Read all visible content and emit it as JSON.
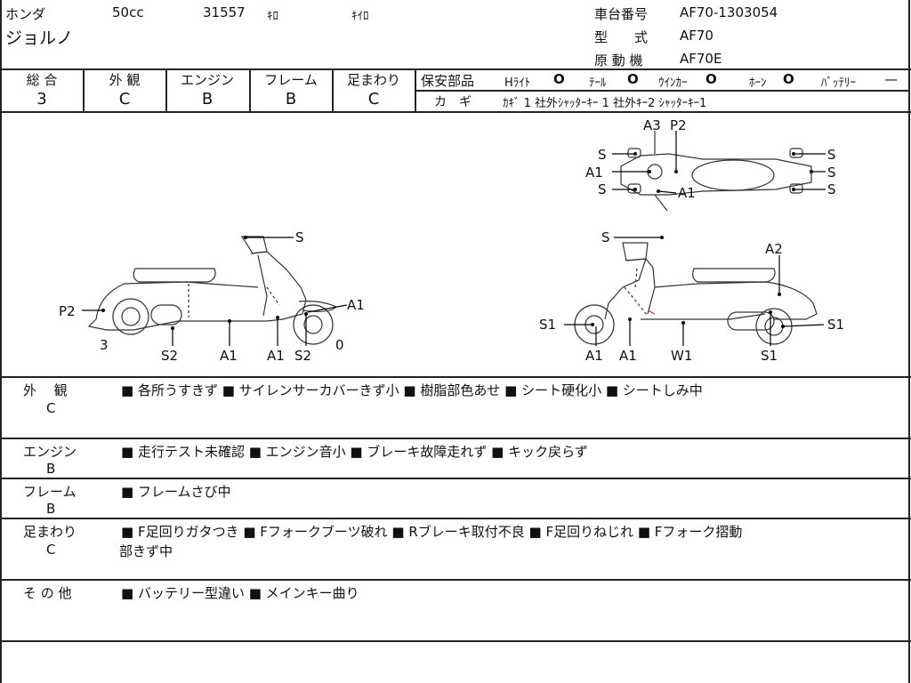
{
  "header": {
    "maker": "ホンダ",
    "displacement": "50cc",
    "mileage": "31557",
    "mileage_unit": "ｷﾛ",
    "unit_type": "ｷｲﾛ",
    "model_name": "ジョルノ",
    "frame_label": "車台番号",
    "frame_no": "AF70-1303054",
    "type_label": "型　　式",
    "type_value": "AF70",
    "engine_label": "原 動 機",
    "engine_value": "AF70E"
  },
  "grades": {
    "labels": [
      "総 合",
      "外 観",
      "エンジン",
      "フレーム",
      "足まわり"
    ],
    "values": [
      "3",
      "C",
      "B",
      "B",
      "C"
    ]
  },
  "safety": {
    "label": "保安部品",
    "items": [
      {
        "name": "Hﾗｲﾄ",
        "status": "O"
      },
      {
        "name": "ﾃｰﾙ",
        "status": "O"
      },
      {
        "name": "ｳｲﾝｶｰ",
        "status": "O"
      },
      {
        "name": "ﾎｰﾝ",
        "status": "O"
      },
      {
        "name": "ﾊﾞｯﾃﾘｰ",
        "status": "—"
      }
    ],
    "key_label": "カ　ギ",
    "key_text": "ｶｷﾞ 1  社外ｼｬｯﾀｰｷｰ 1  社外ｷｰ2  ｼｬｯﾀｰｷｰ1"
  },
  "diagram": {
    "left_labels": [
      "S",
      "A1",
      "P2",
      "S2",
      "A1",
      "A1",
      "S2",
      "3",
      "0"
    ],
    "top_labels": [
      "A3",
      "P2",
      "S",
      "A1",
      "S",
      "S",
      "S",
      "S",
      "A1"
    ],
    "right_labels": [
      "S",
      "A2",
      "S1",
      "S1",
      "A1",
      "A1",
      "W1",
      "S1"
    ]
  },
  "sections": [
    {
      "title": "外　 観",
      "grade": "C",
      "text": "■ 各所うすきず ■ サイレンサーカバーきず小 ■ 樹脂部色あせ ■ シート硬化小 ■ シートしみ中",
      "text2": ""
    },
    {
      "title": "エンジン",
      "grade": "B",
      "text": "■ 走行テスト未確認 ■ エンジン音小 ■ ブレーキ故障走れず ■ キック戻らず",
      "text2": ""
    },
    {
      "title": "フレーム",
      "grade": "B",
      "text": "■ フレームさび中",
      "text2": ""
    },
    {
      "title": "足まわり",
      "grade": "C",
      "text": "■ F足回りガタつき ■ Fフォークブーツ破れ ■ Rブレーキ取付不良 ■ F足回りねじれ ■ Fフォーク摺動",
      "text2": "部きず中"
    },
    {
      "title": "そ の 他",
      "grade": "",
      "text": "■ バッテリー型違い ■ メインキー曲り",
      "text2": ""
    }
  ]
}
